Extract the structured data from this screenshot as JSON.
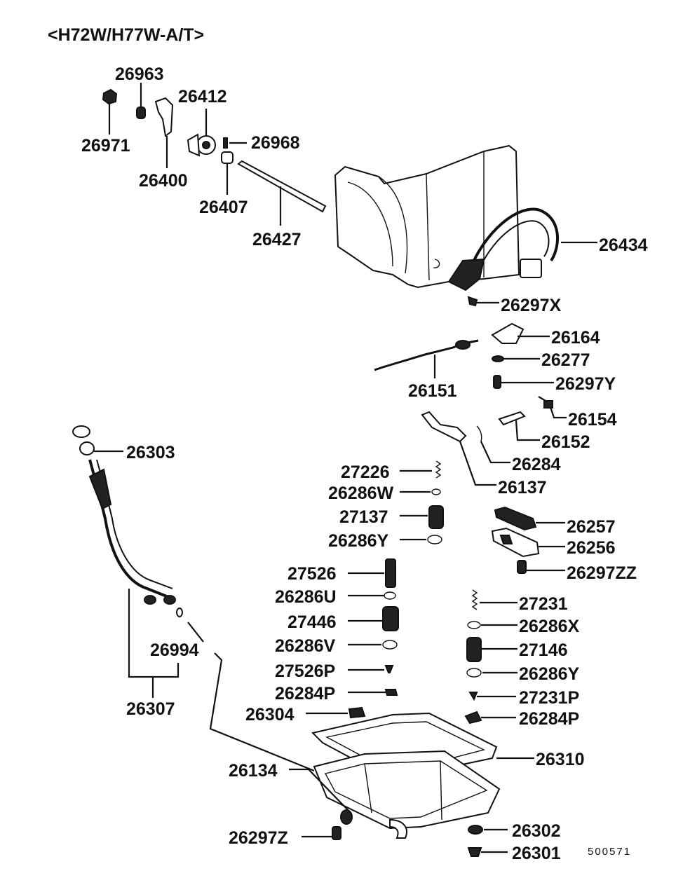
{
  "title": "<H72W/H77W-A/T>",
  "reference": "500571",
  "labels": {
    "p26963": "26963",
    "p26412": "26412",
    "p26971": "26971",
    "p26968": "26968",
    "p26400": "26400",
    "p26407": "26407",
    "p26427": "26427",
    "p26434": "26434",
    "p26297X": "26297X",
    "p26164": "26164",
    "p26277": "26277",
    "p26151": "26151",
    "p26297Y": "26297Y",
    "p26154": "26154",
    "p26152": "26152",
    "p26303": "26303",
    "p26284": "26284",
    "p27226": "27226",
    "p26137": "26137",
    "p26286W": "26286W",
    "p27137": "27137",
    "p26257": "26257",
    "p26286Y_a": "26286Y",
    "p26256": "26256",
    "p27526": "27526",
    "p26297ZZ": "26297ZZ",
    "p26286U": "26286U",
    "p27231": "27231",
    "p27446": "27446",
    "p26286X": "26286X",
    "p26994": "26994",
    "p26286V": "26286V",
    "p27146": "27146",
    "p27526P": "27526P",
    "p26286Y_b": "26286Y",
    "p26284P_a": "26284P",
    "p27231P": "27231P",
    "p26307": "26307",
    "p26304": "26304",
    "p26284P_b": "26284P",
    "p26310": "26310",
    "p26134": "26134",
    "p26302": "26302",
    "p26297Z": "26297Z",
    "p26301": "26301"
  }
}
